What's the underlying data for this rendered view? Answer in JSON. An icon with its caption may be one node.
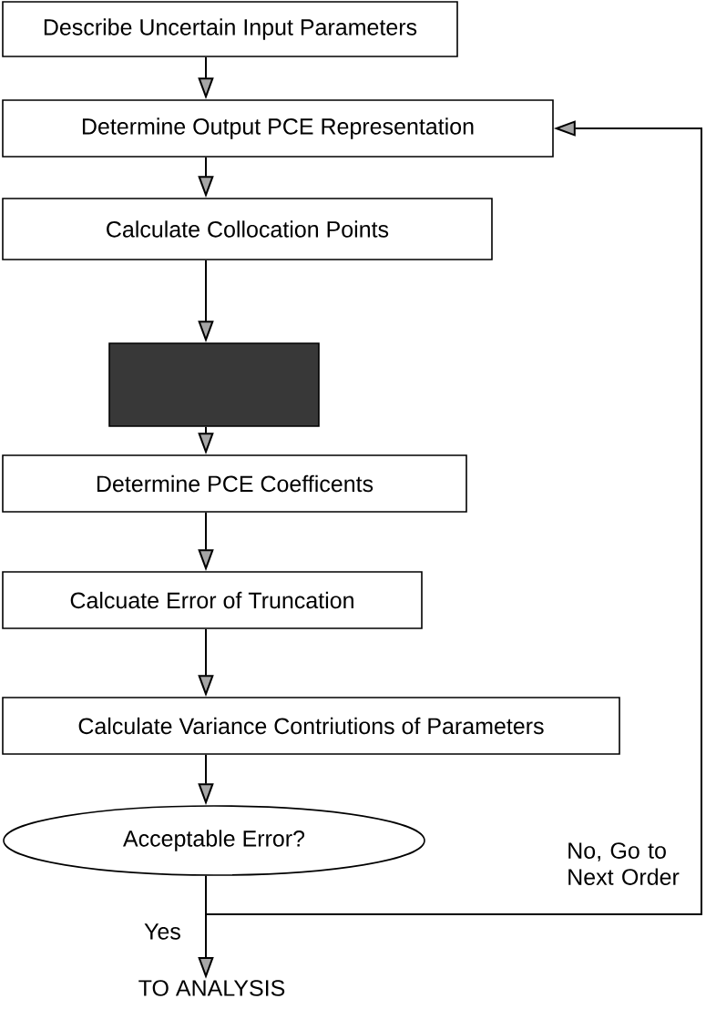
{
  "diagram": {
    "nodes": [
      {
        "text": [
          "Describe Uncertain Input Parameters"
        ]
      },
      {
        "text": [
          "Determine Output PCE Representation"
        ]
      },
      {
        "text": [
          "Calculate Collocation Points"
        ]
      },
      {
        "text": [],
        "shape": "box"
      },
      {
        "text": [
          "Determine PCE Coefficents"
        ]
      },
      {
        "text": [
          "Calcuate Error of Truncation"
        ]
      },
      {
        "text": [
          "Calculate Variance Contriutions of Parameters"
        ]
      },
      {
        "text": [
          "Acceptable Error?"
        ]
      },
      {
        "text": [
          "TO ANALYSIS"
        ]
      }
    ],
    "edges": [
      {
        "from": 0,
        "to": 1,
        "arrow": "to"
      },
      {
        "from": 1,
        "to": 2,
        "arrow": "to"
      },
      {
        "from": 2,
        "to": 3,
        "arrow": "to"
      },
      {
        "from": 3,
        "to": 4,
        "arrow": "to"
      },
      {
        "from": 4,
        "to": 5,
        "arrow": "to"
      },
      {
        "from": 5,
        "to": 6,
        "arrow": "to"
      },
      {
        "from": 6,
        "to": 7,
        "arrow": "to"
      },
      {
        "from": 7,
        "to": 8,
        "arrow": "to",
        "label": "Yes"
      },
      {
        "from": 7,
        "to": 1,
        "arrow": "to",
        "label": "No, Go to Next Order"
      }
    ]
  }
}
